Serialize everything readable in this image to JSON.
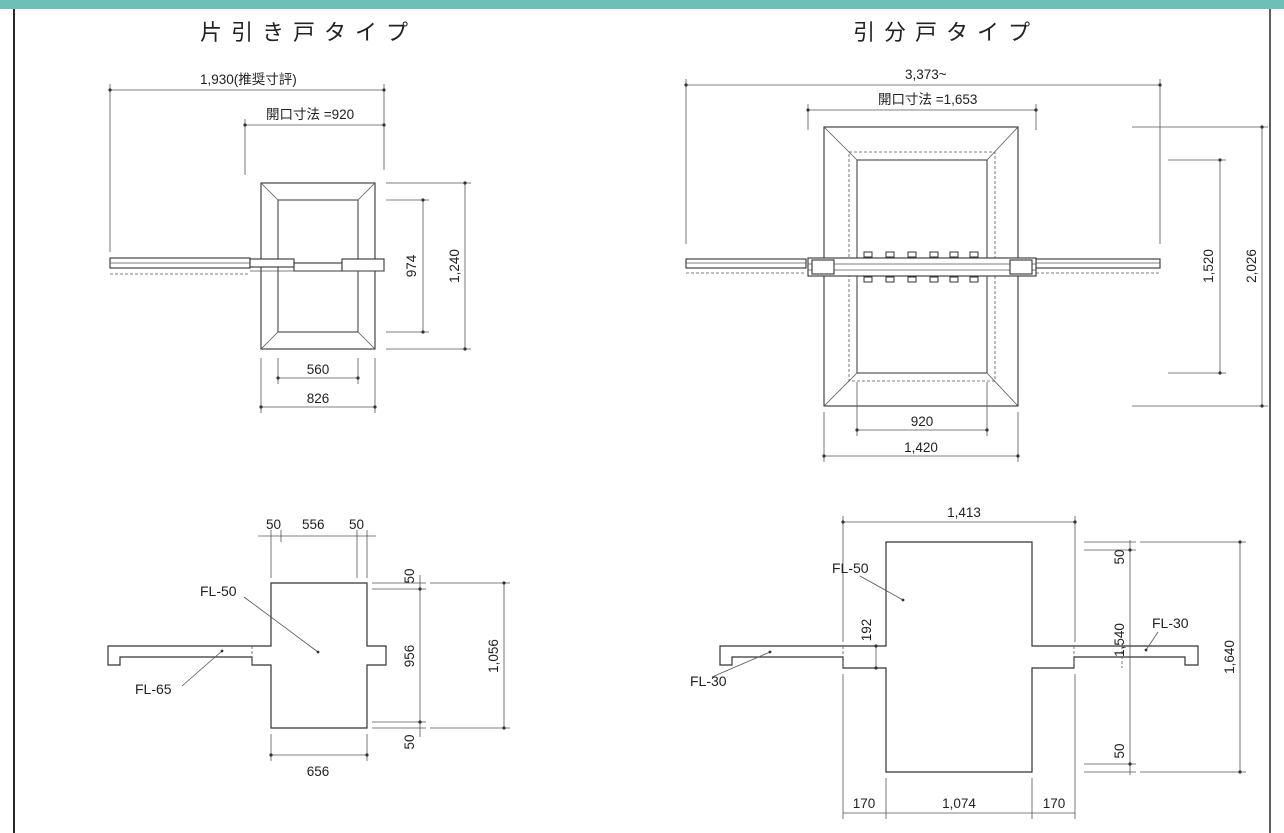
{
  "colors": {
    "top_band": "#6cc0b8",
    "border": "#2a2a2a",
    "line": "#333333",
    "background": "#ffffff"
  },
  "left": {
    "title": "片引き戸タイプ",
    "plan": {
      "overall": "1,930(推奨寸評)",
      "opening": "開口寸法 =920",
      "inner_height": "974",
      "outer_height": "1,240",
      "inner_width": "560",
      "outer_width": "826"
    },
    "section": {
      "left_pad": "50",
      "center": "556",
      "right_pad": "50",
      "top_pad": "50",
      "inner": "956",
      "overall": "1,056",
      "bottom_pad": "50",
      "bottom_width": "656",
      "label_pit": "FL-50",
      "label_rail": "FL-65"
    }
  },
  "right": {
    "title": "引分戸タイプ",
    "plan": {
      "overall": "3,373~",
      "opening": "開口寸法 =1,653",
      "inner_height": "1,520",
      "outer_height": "2,026",
      "inner_width": "920",
      "outer_width": "1,420"
    },
    "section": {
      "top_width": "1,413",
      "label_pit": "FL-50",
      "label_rail_right": "FL-30",
      "label_rail_left": "FL-30",
      "step": "192",
      "top_pad": "50",
      "inner": "1,540",
      "overall": "1,640",
      "bottom_pad": "50",
      "left_pad": "170",
      "center": "1,074",
      "right_pad": "170"
    }
  }
}
